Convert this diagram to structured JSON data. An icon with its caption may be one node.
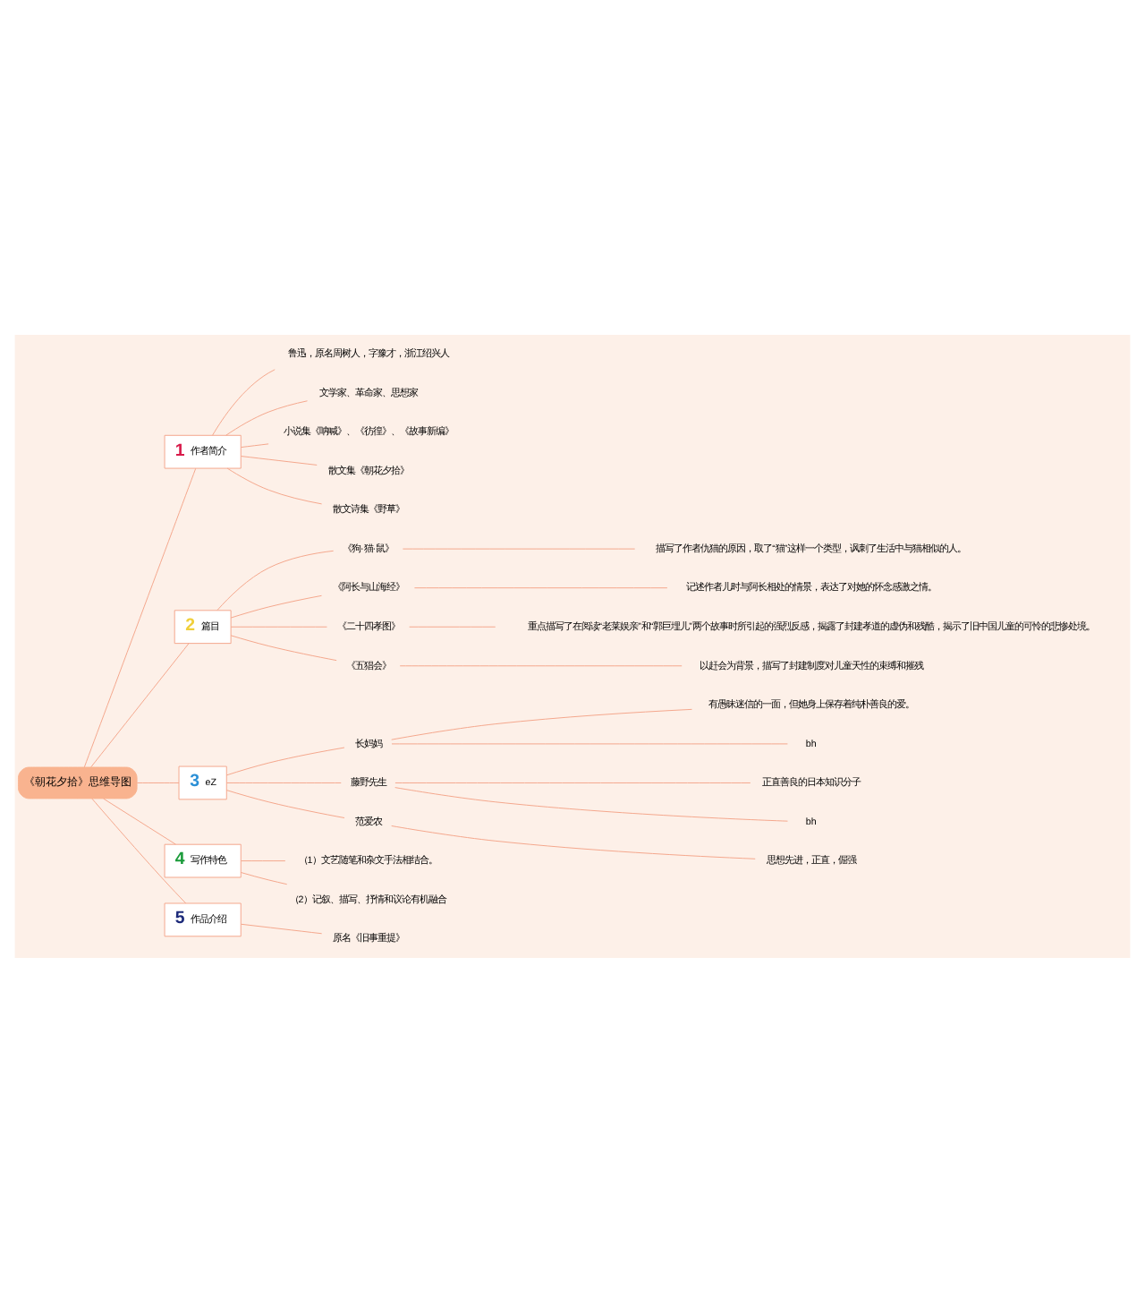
{
  "diagram": {
    "nodes": [
      {
        "text": [
          "《朝花夕拾》思维导图"
        ]
      },
      {
        "text": [
          "1",
          "作者简介"
        ]
      },
      {
        "text": [
          "鲁迅，原名周树人，字豫才，浙江绍兴人"
        ]
      },
      {
        "text": [
          "文学家、革命家、思想家"
        ]
      },
      {
        "text": [
          "小说集《呐喊》、《彷徨》、《故事新编》"
        ]
      },
      {
        "text": [
          "散文集《朝花夕拾》"
        ]
      },
      {
        "text": [
          "散文诗集《野草》"
        ]
      },
      {
        "text": [
          "2",
          "篇目"
        ]
      },
      {
        "text": [
          "《狗·猫·鼠》"
        ]
      },
      {
        "text": [
          "描写了作者仇猫的原因，取了“猫”这样一个类型，讽刺了生活中与猫相似的人。"
        ]
      },
      {
        "text": [
          "《阿长与山海经》"
        ]
      },
      {
        "text": [
          "记述作者儿时与阿长相处的情景，表达了对她的怀念感激之情。"
        ]
      },
      {
        "text": [
          "《二十四孝图》"
        ]
      },
      {
        "text": [
          "重点描写了在阅读“老莱娱亲”和“郭巨埋儿”两个故事时所引起的强烈反感，揭露了封建孝道的虚伪和残酷，揭示了旧中国儿童的可怜的悲惨处境。"
        ]
      },
      {
        "text": [
          "《五猖会》"
        ]
      },
      {
        "text": [
          "以赶会为背景，描写了封建制度对儿童天性的束缚和摧残"
        ]
      },
      {
        "text": [
          "3",
          "eZ"
        ]
      },
      {
        "text": [
          "长妈妈"
        ]
      },
      {
        "text": [
          "有愚昧迷信的一面，但她身上保存着纯朴善良的爱。"
        ]
      },
      {
        "text": [
          "bh"
        ]
      },
      {
        "text": [
          "藤野先生"
        ]
      },
      {
        "text": [
          "正直善良的日本知识分子"
        ]
      },
      {
        "text": [
          "bh"
        ]
      },
      {
        "text": [
          "范爱农"
        ]
      },
      {
        "text": [
          "思想先进，正直，倔强"
        ]
      },
      {
        "text": [
          "4",
          "写作特色"
        ]
      },
      {
        "text": [
          "（1）文艺随笔和杂文手法相结合。"
        ]
      },
      {
        "text": [
          "（2）记叙、描写、抒情和议论有机融合"
        ]
      },
      {
        "text": [
          "5",
          "作品介绍"
        ]
      },
      {
        "text": [
          "原名《旧事重提》"
        ]
      }
    ],
    "edges": [
      {
        "from": 0,
        "to": 1,
        "arrow": "none"
      },
      {
        "from": 1,
        "to": 2,
        "arrow": "none"
      },
      {
        "from": 1,
        "to": 3,
        "arrow": "none"
      },
      {
        "from": 1,
        "to": 4,
        "arrow": "none"
      },
      {
        "from": 1,
        "to": 5,
        "arrow": "none"
      },
      {
        "from": 1,
        "to": 6,
        "arrow": "none"
      },
      {
        "from": 0,
        "to": 7,
        "arrow": "none"
      },
      {
        "from": 7,
        "to": 8,
        "arrow": "none"
      },
      {
        "from": 8,
        "to": 9,
        "arrow": "none"
      },
      {
        "from": 7,
        "to": 10,
        "arrow": "none"
      },
      {
        "from": 10,
        "to": 11,
        "arrow": "none"
      },
      {
        "from": 7,
        "to": 12,
        "arrow": "none"
      },
      {
        "from": 12,
        "to": 13,
        "arrow": "none"
      },
      {
        "from": 7,
        "to": 14,
        "arrow": "none"
      },
      {
        "from": 14,
        "to": 15,
        "arrow": "none"
      },
      {
        "from": 0,
        "to": 16,
        "arrow": "none"
      },
      {
        "from": 16,
        "to": 17,
        "arrow": "none"
      },
      {
        "from": 17,
        "to": 18,
        "arrow": "none"
      },
      {
        "from": 17,
        "to": 19,
        "arrow": "none"
      },
      {
        "from": 16,
        "to": 20,
        "arrow": "none"
      },
      {
        "from": 20,
        "to": 21,
        "arrow": "none"
      },
      {
        "from": 20,
        "to": 22,
        "arrow": "none"
      },
      {
        "from": 16,
        "to": 23,
        "arrow": "none"
      },
      {
        "from": 23,
        "to": 24,
        "arrow": "none"
      },
      {
        "from": 0,
        "to": 25,
        "arrow": "none"
      },
      {
        "from": 25,
        "to": 26,
        "arrow": "none"
      },
      {
        "from": 25,
        "to": 27,
        "arrow": "none"
      },
      {
        "from": 0,
        "to": 28,
        "arrow": "none"
      },
      {
        "from": 28,
        "to": 29,
        "arrow": "none"
      }
    ]
  }
}
